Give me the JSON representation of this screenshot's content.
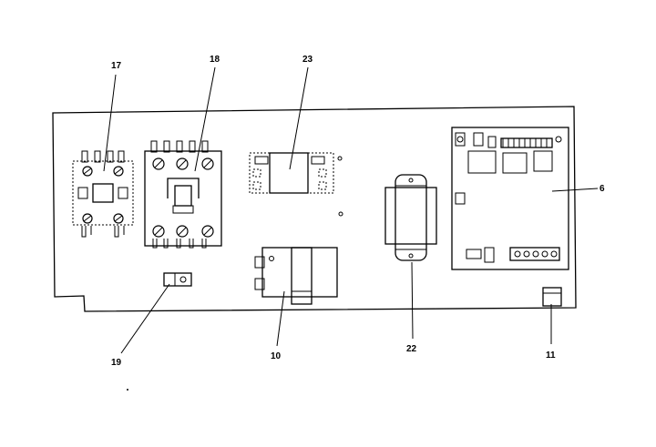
{
  "callouts": {
    "c17": "17",
    "c18": "18",
    "c23": "23",
    "c6": "6",
    "c19": "19",
    "c10": "10",
    "c22": "22",
    "c11": "11"
  }
}
